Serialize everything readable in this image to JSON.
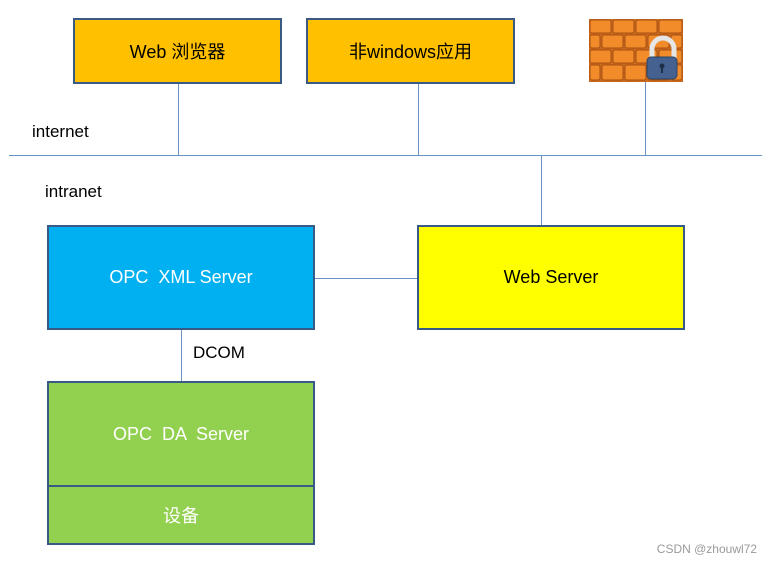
{
  "top_boxes": {
    "web_browser": "Web 浏览器",
    "non_windows": "非windows应用"
  },
  "labels": {
    "internet": "internet",
    "intranet": "intranet",
    "dcom": "DCOM"
  },
  "servers": {
    "opc_xml": "OPC  XML Server",
    "web_server": "Web Server",
    "opc_da": "OPC  DA  Server",
    "device": "设备"
  },
  "watermark": "CSDN @zhouwl72",
  "colors": {
    "orange": "#ffc000",
    "blue": "#00b0f0",
    "yellow": "#ffff00",
    "green": "#92d050",
    "line": "#6a93c4",
    "border": "#3a5a86"
  },
  "icons": [
    "firewall-icon",
    "padlock-icon"
  ]
}
